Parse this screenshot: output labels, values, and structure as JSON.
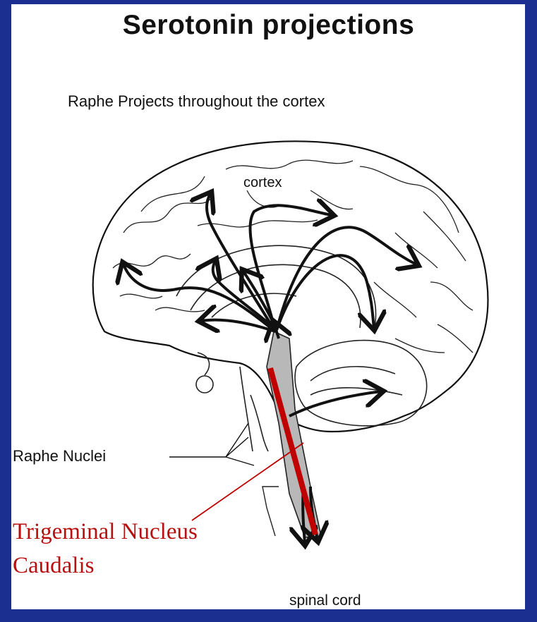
{
  "title": "Serotonin projections",
  "subtitle": "Raphe Projects throughout the cortex",
  "labels": {
    "cortex": "cortex",
    "raphe_nuclei": "Raphe Nuclei",
    "spinal_cord": "spinal cord",
    "trigeminal_line1": "Trigeminal Nucleus",
    "trigeminal_line2": "Caudalis"
  },
  "colors": {
    "background": "#1a2f8f",
    "slide": "#ffffff",
    "highlight": "#c00000",
    "brainstem_fill": "#b8b8b8"
  }
}
